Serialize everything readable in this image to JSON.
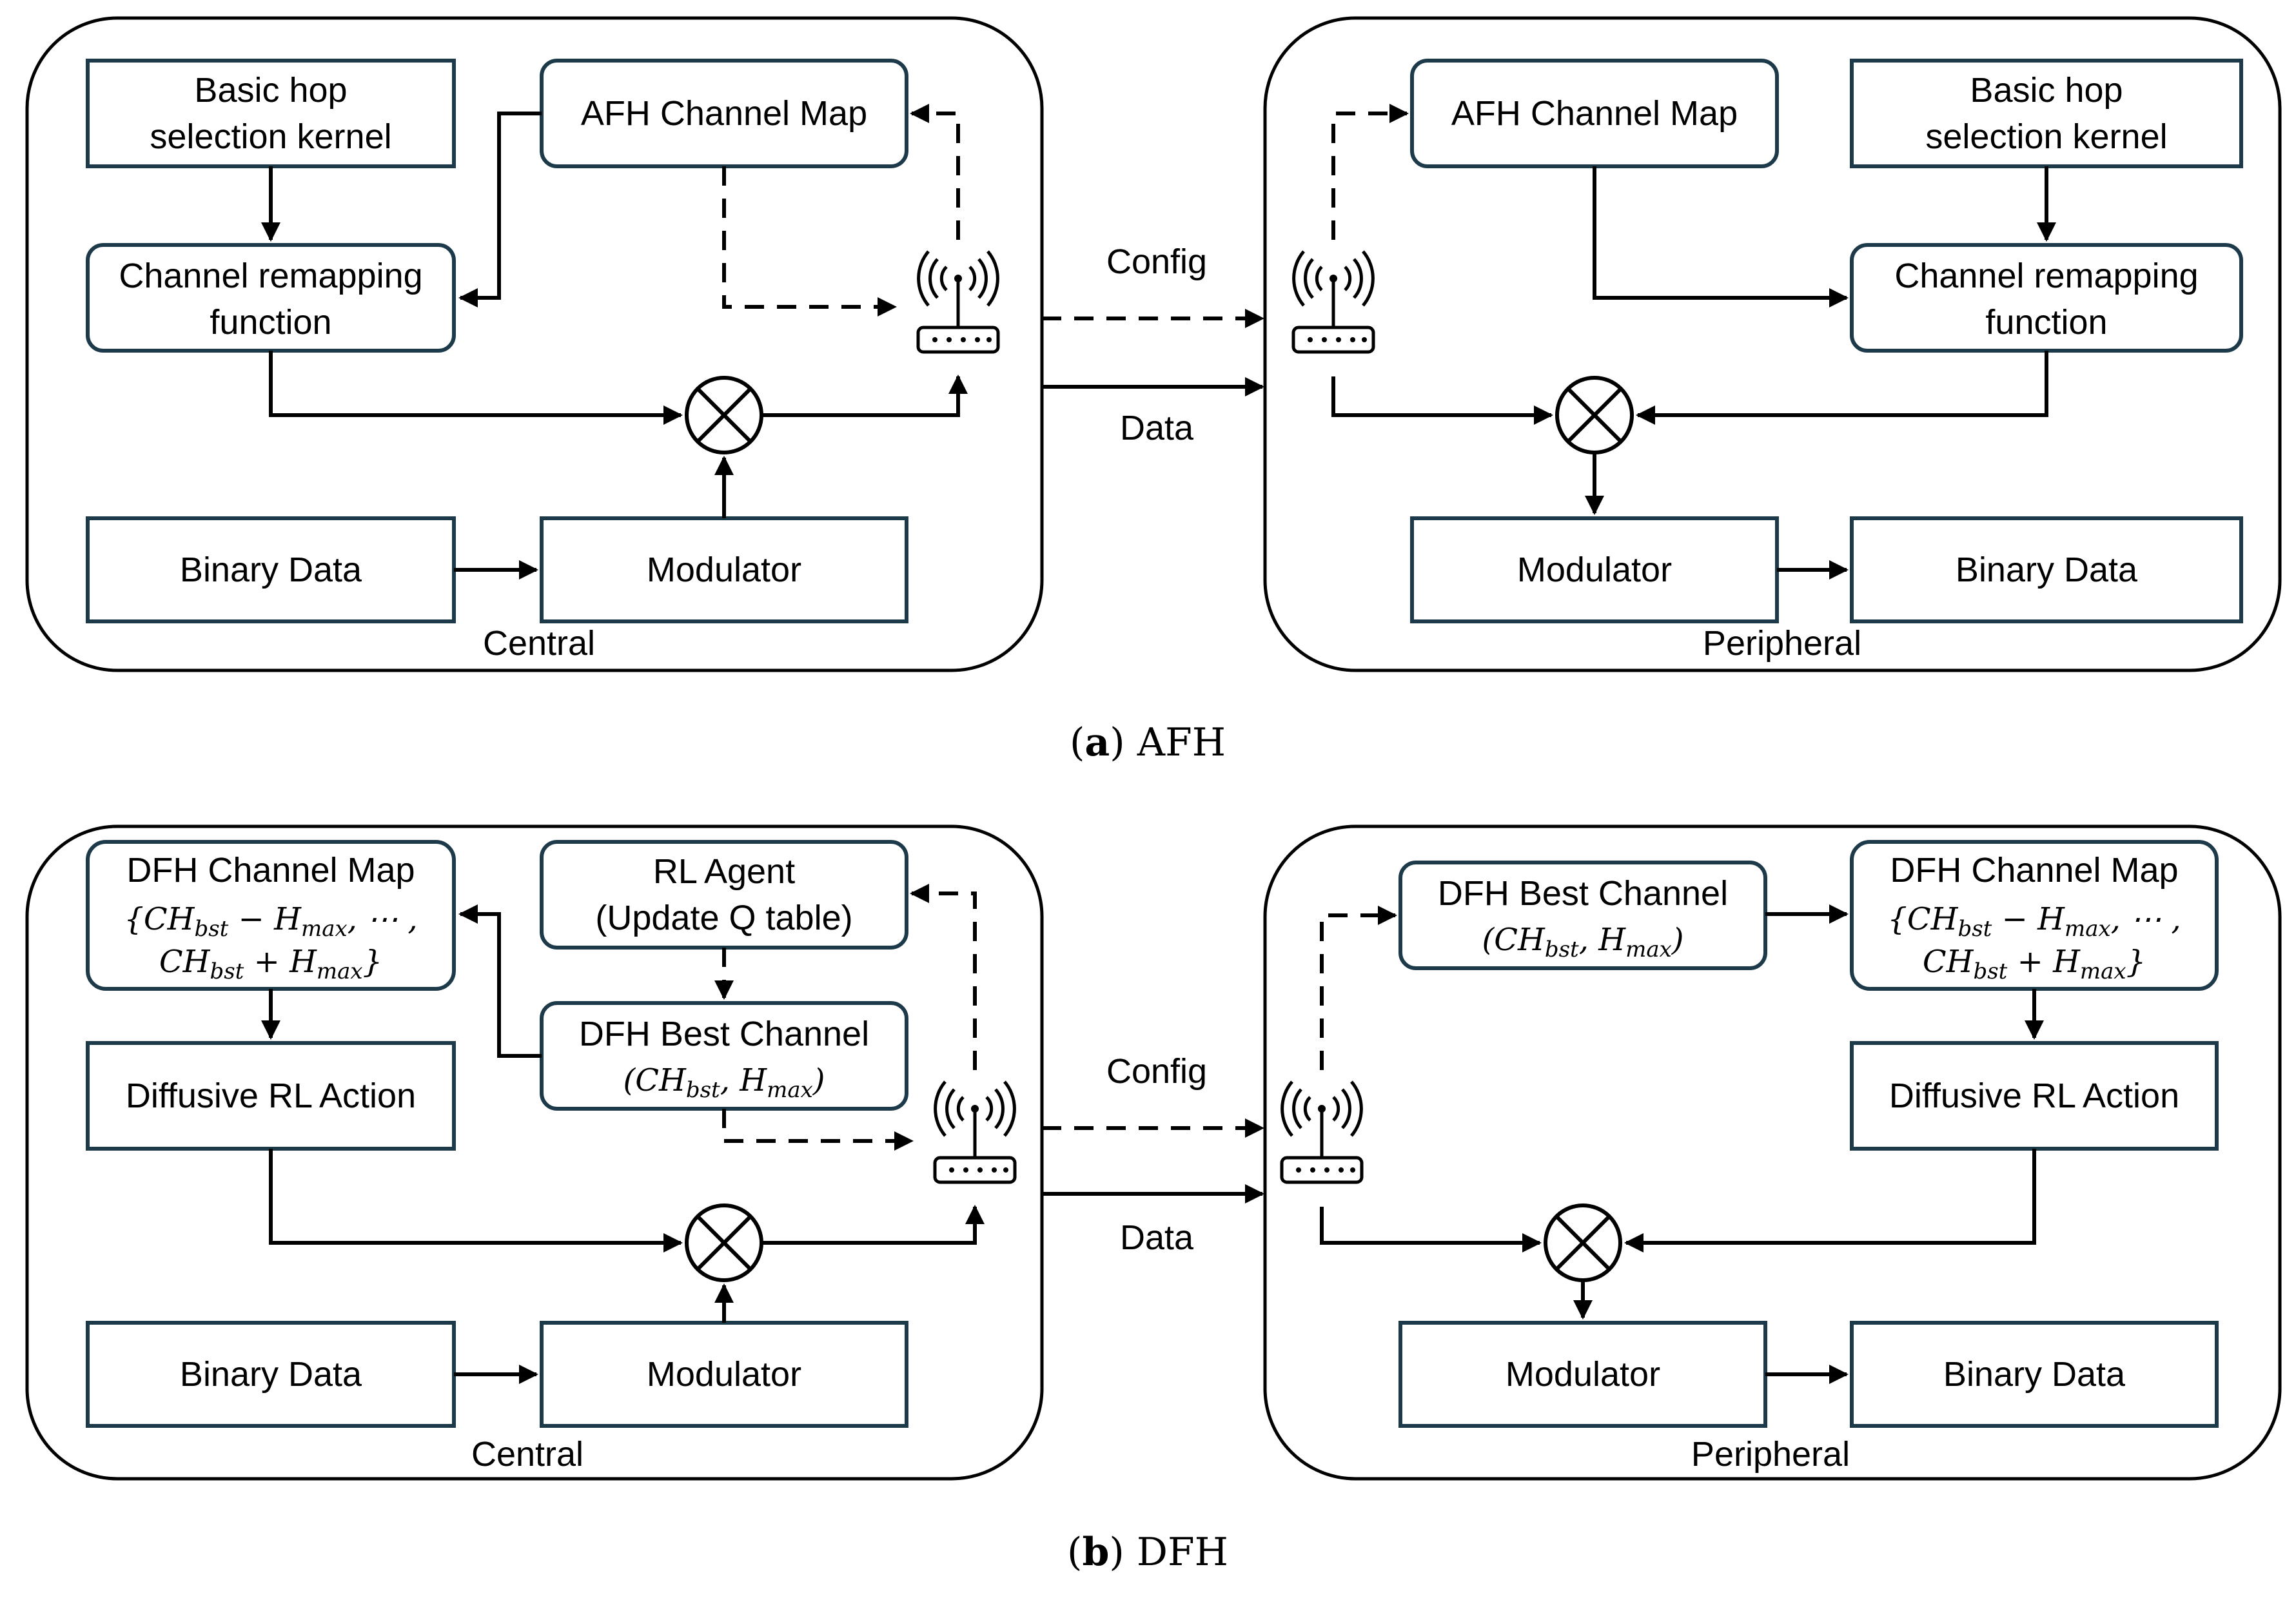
{
  "colors": {
    "box_border": "#1d3a4a",
    "line": "#000000",
    "background": "#ffffff"
  },
  "panel_a": {
    "caption_letter": "a",
    "caption_text": "AFH",
    "central": {
      "label": "Central",
      "kernel": [
        "Basic hop",
        "selection kernel"
      ],
      "channel_map": "AFH Channel Map",
      "remap": [
        "Channel remapping",
        "function"
      ],
      "binary": "Binary Data",
      "modulator": "Modulator"
    },
    "peripheral": {
      "label": "Peripheral",
      "channel_map": "AFH Channel Map",
      "kernel": [
        "Basic hop",
        "selection kernel"
      ],
      "remap": [
        "Channel remapping",
        "function"
      ],
      "modulator": "Modulator",
      "binary": "Binary Data"
    },
    "link_config": "Config",
    "link_data": "Data"
  },
  "panel_b": {
    "caption_letter": "b",
    "caption_text": "DFH",
    "central": {
      "label": "Central",
      "channel_map": "DFH Channel Map",
      "rl_agent": [
        "RL Agent",
        "(Update Q table)"
      ],
      "best_channel": "DFH Best Channel",
      "diffusive": "Diffusive RL Action",
      "binary": "Binary Data",
      "modulator": "Modulator"
    },
    "peripheral": {
      "label": "Peripheral",
      "best_channel": "DFH Best Channel",
      "channel_map": "DFH Channel Map",
      "diffusive": "Diffusive RL Action",
      "modulator": "Modulator",
      "binary": "Binary Data"
    },
    "link_config": "Config",
    "link_data": "Data",
    "math": {
      "set_open": "{",
      "ch": "CH",
      "bst": "bst",
      "minus": " − ",
      "plus": " + ",
      "h": "H",
      "max": "max",
      "ellipsis": ", ⋯ ,",
      "set_close": "}",
      "paren_open": "(",
      "comma": ", ",
      "paren_close": ")"
    }
  }
}
